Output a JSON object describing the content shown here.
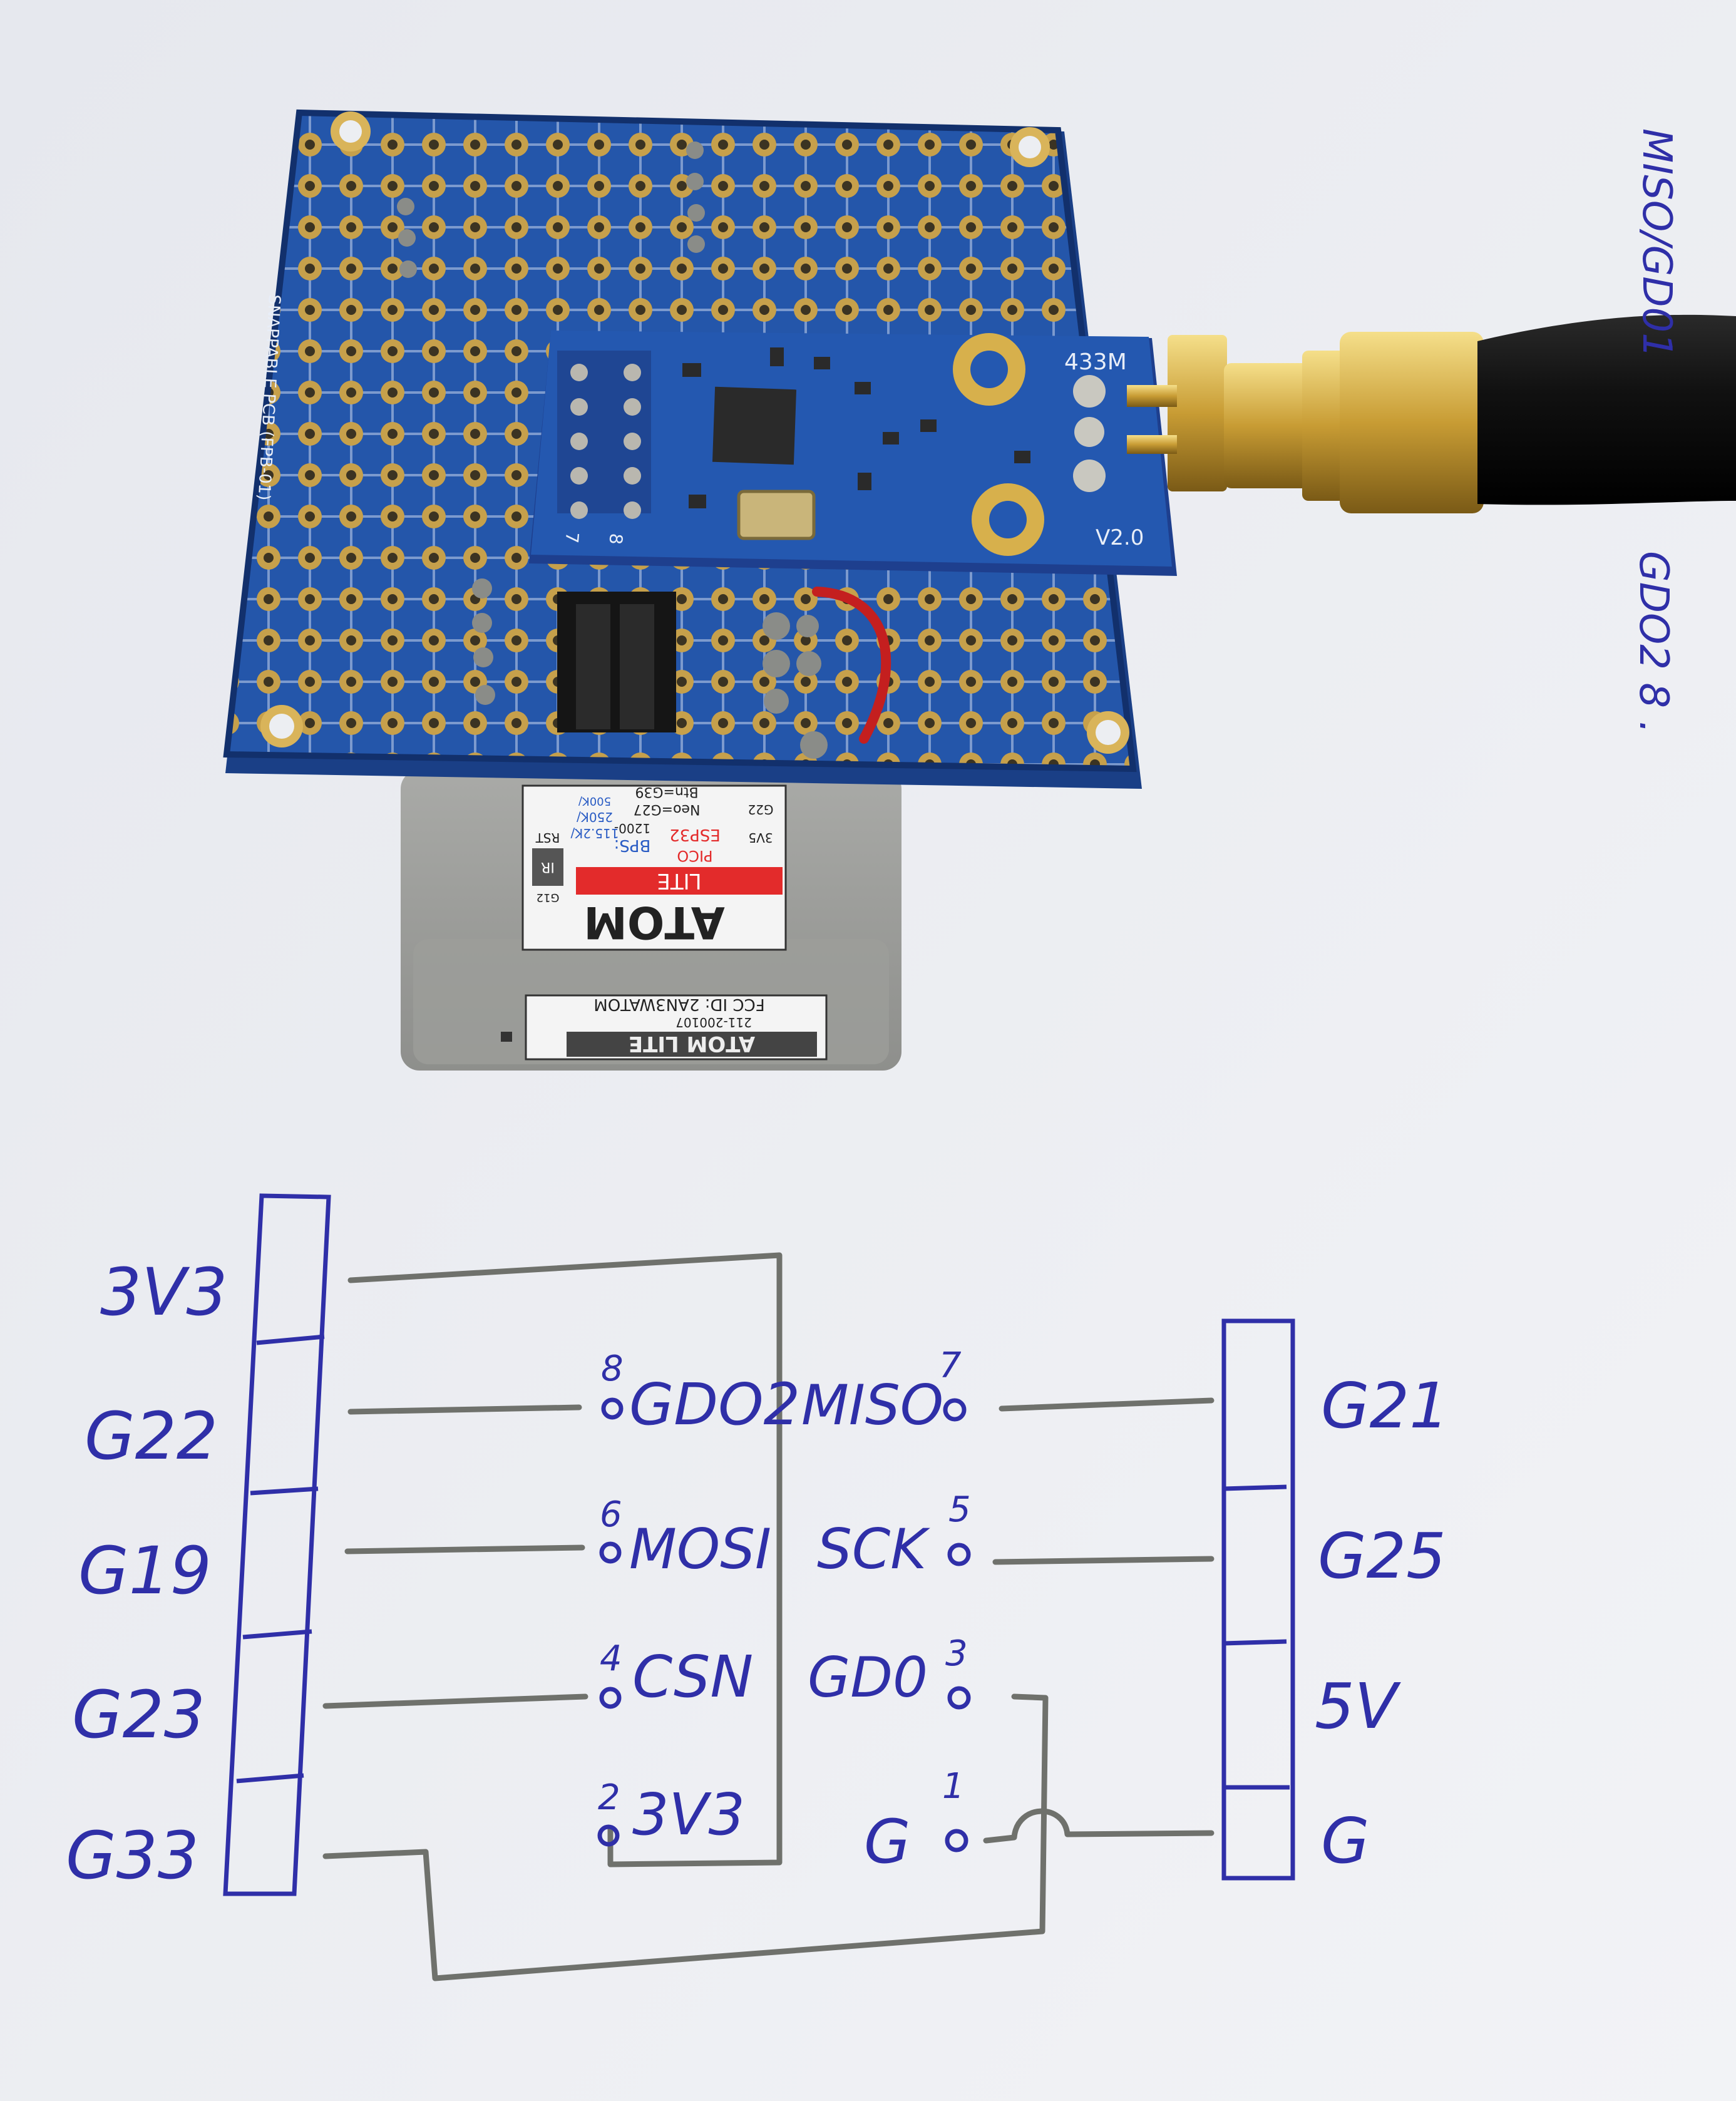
{
  "photo": {
    "module": {
      "freq_label": "433M",
      "version_label": "V2.0",
      "pin_numbers": [
        "7",
        "8"
      ]
    },
    "protoboard": {
      "edge_text": "SNAPPABLE PCB (FPB-01)"
    },
    "atom": {
      "brand": "ATOM",
      "variant": "LITE",
      "chip": "ESP32",
      "chip_sub": "PICO",
      "bps_label": "BPS:",
      "bps_values": [
        "1200-",
        "115.2K/",
        "250K/",
        "500K/"
      ],
      "neo": "Neo=G27",
      "btn": "Btn=G39",
      "ir": "IR",
      "rst": "RST",
      "g12": "G12",
      "v35": "3V5",
      "g22": "G22",
      "fcc": "FCC ID: 2AN3WATOM",
      "code": "211-200107",
      "side_text": "ATOM LITE"
    },
    "top_right_note": {
      "line1": "MISO/GD01",
      "line2": "GDO2 8 ."
    }
  },
  "diagram": {
    "left_header": [
      "3V3",
      "G22",
      "G19",
      "G23",
      "G33"
    ],
    "module_left": [
      {
        "num": "8",
        "name": "GDO2"
      },
      {
        "num": "6",
        "name": "MOSI"
      },
      {
        "num": "4",
        "name": "CSN"
      },
      {
        "num": "2",
        "name": "3V3"
      }
    ],
    "module_right": [
      {
        "name": "MISO",
        "num": "7"
      },
      {
        "name": "SCK",
        "num": "5"
      },
      {
        "name": "GD0",
        "num": "3"
      },
      {
        "name": "G",
        "num": "1"
      }
    ],
    "right_header": [
      "G21",
      "G25",
      "5V",
      "G"
    ]
  },
  "colors": {
    "ink": "#2f2fa8",
    "pencil": "#6f716c",
    "pcb_blue": "#1f4fa0",
    "gold": "#c9a24a"
  }
}
